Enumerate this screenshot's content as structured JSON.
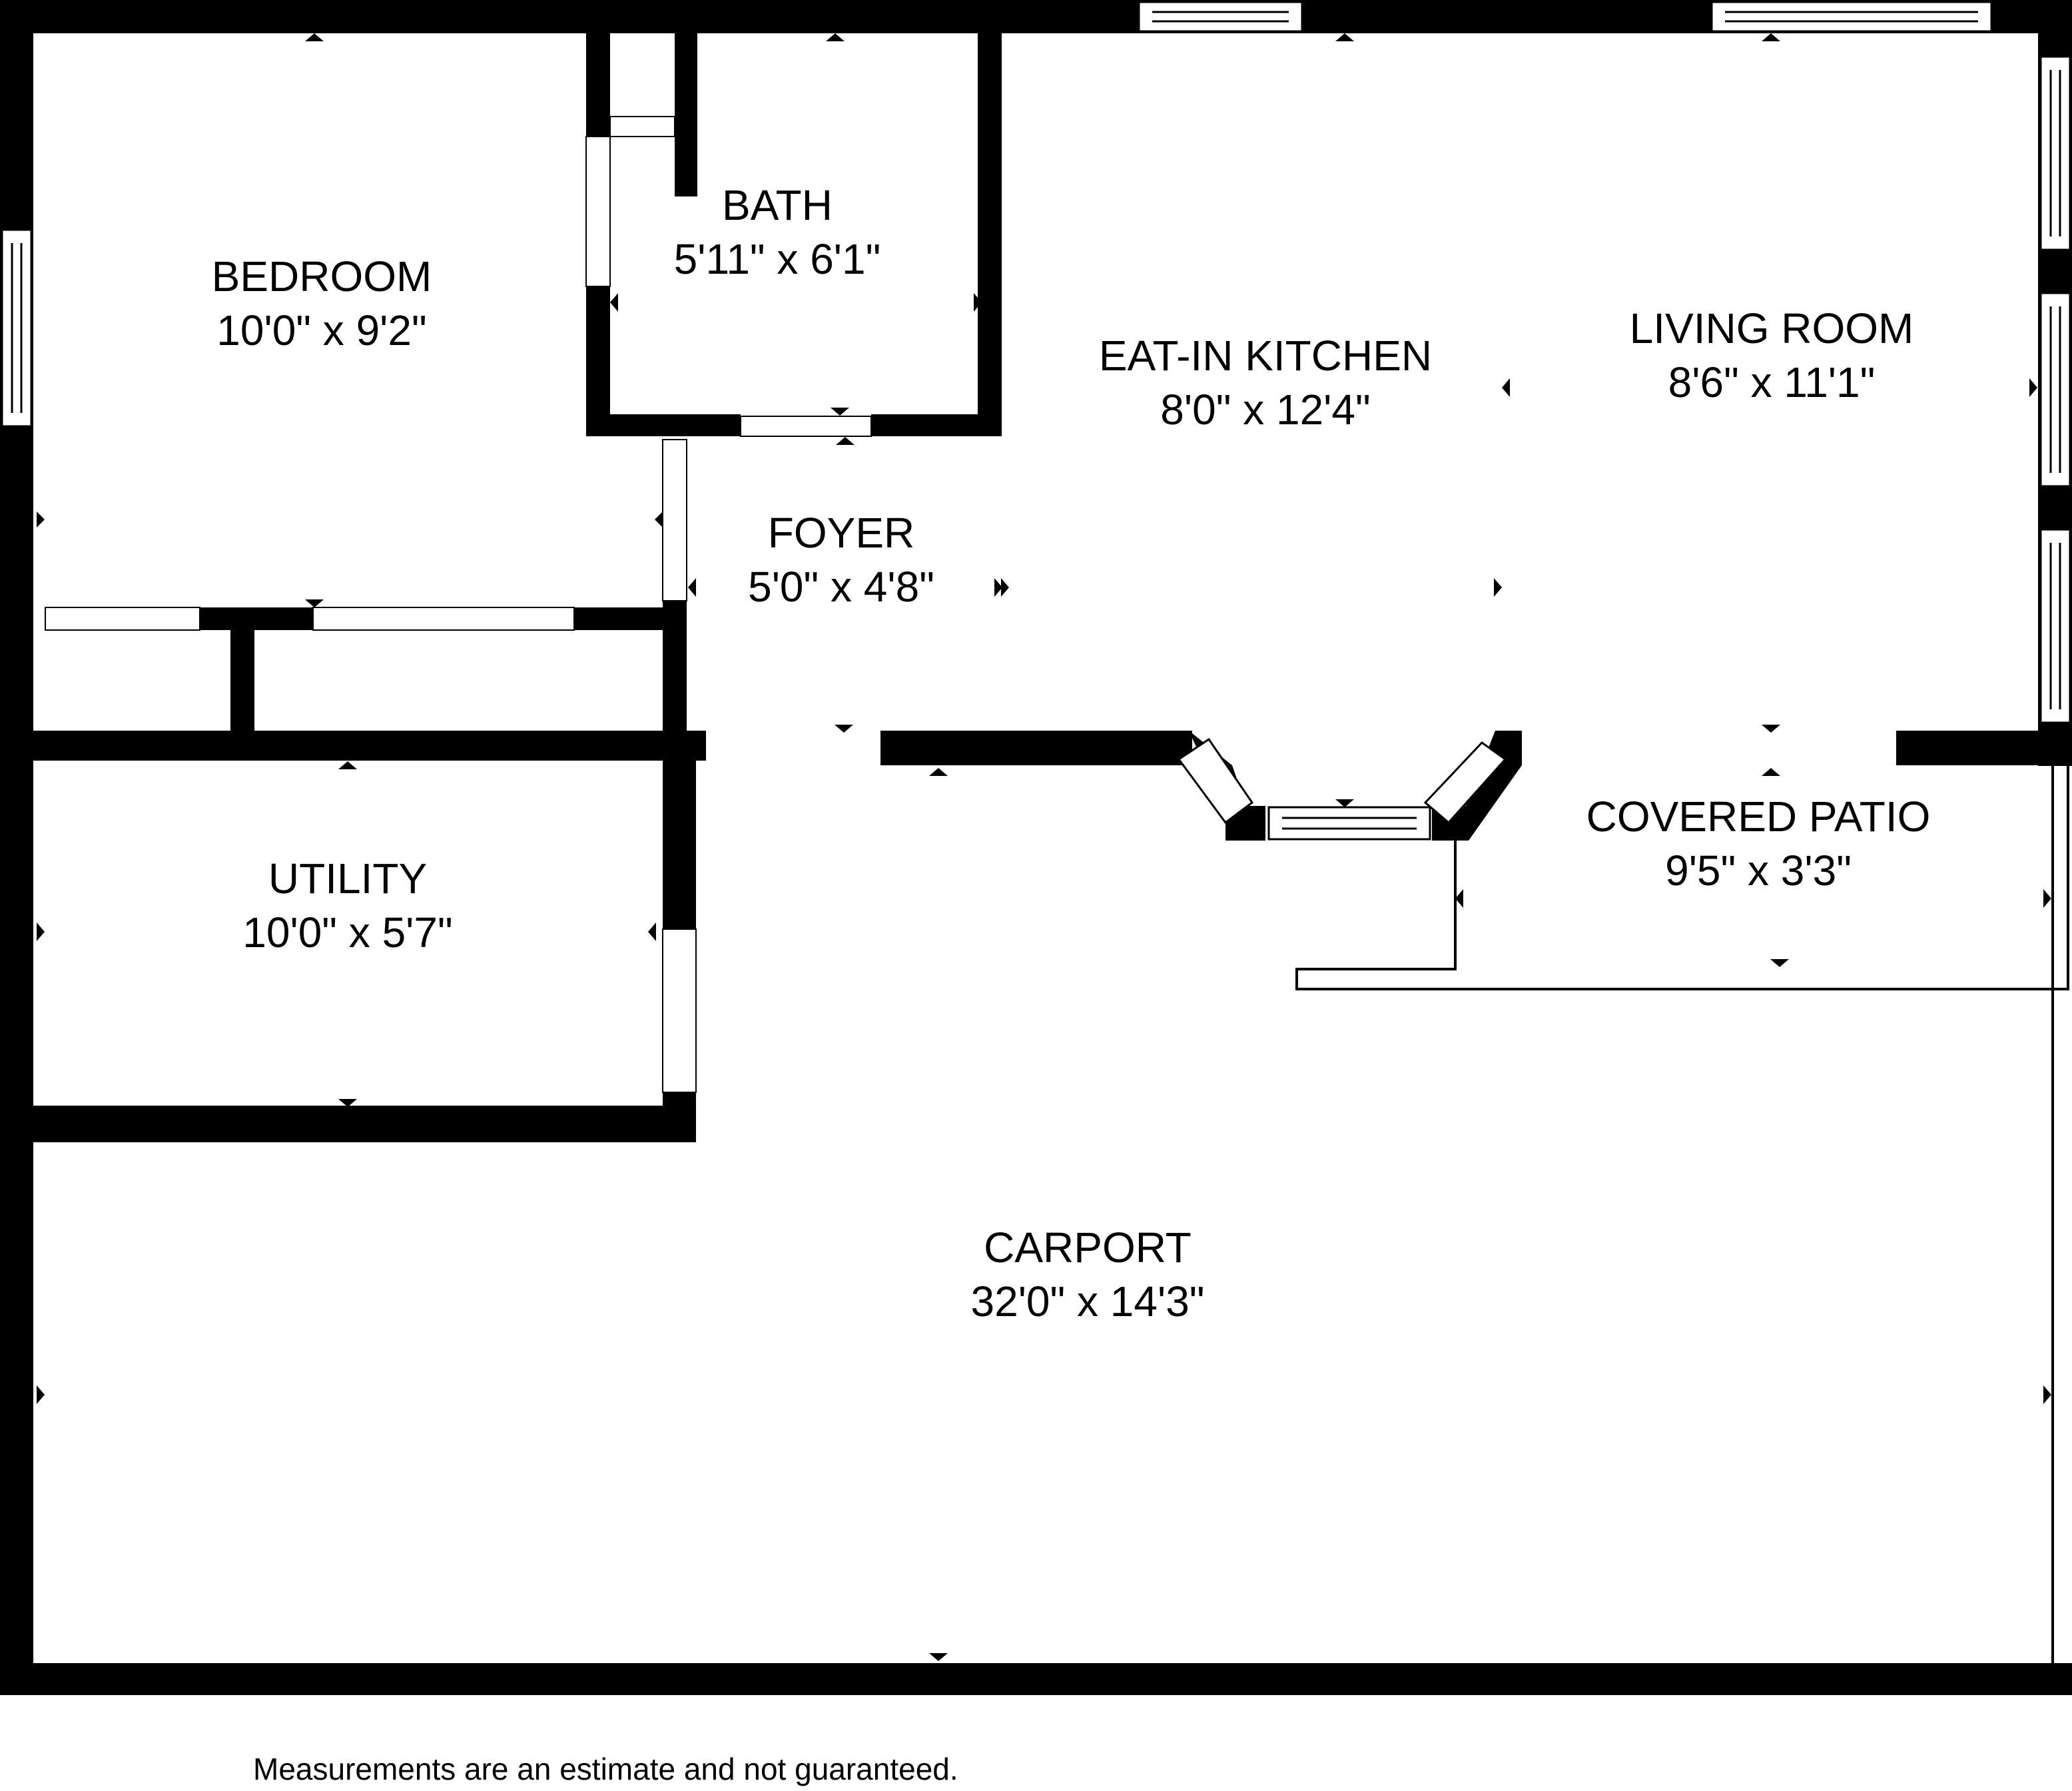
{
  "plan": {
    "rooms": [
      {
        "id": "bedroom",
        "name": "BEDROOM",
        "dims": "10'0\" x 9'2\""
      },
      {
        "id": "bath",
        "name": "BATH",
        "dims": "5'11\" x 6'1\""
      },
      {
        "id": "eat-in-kitchen",
        "name": "EAT-IN KITCHEN",
        "dims": "8'0\" x 12'4\""
      },
      {
        "id": "living-room",
        "name": "LIVING ROOM",
        "dims": "8'6\" x 11'1\""
      },
      {
        "id": "foyer",
        "name": "FOYER",
        "dims": "5'0\" x 4'8\""
      },
      {
        "id": "utility",
        "name": "UTILITY",
        "dims": "10'0\" x 5'7\""
      },
      {
        "id": "covered-patio",
        "name": "COVERED PATIO",
        "dims": "9'5\" x 3'3\""
      },
      {
        "id": "carport",
        "name": "CARPORT",
        "dims": "32'0\" x 14'3\""
      }
    ],
    "disclaimer": "Measurements are an estimate and not guaranteed.",
    "colors": {
      "wall": "#000000",
      "background": "#ffffff"
    }
  }
}
